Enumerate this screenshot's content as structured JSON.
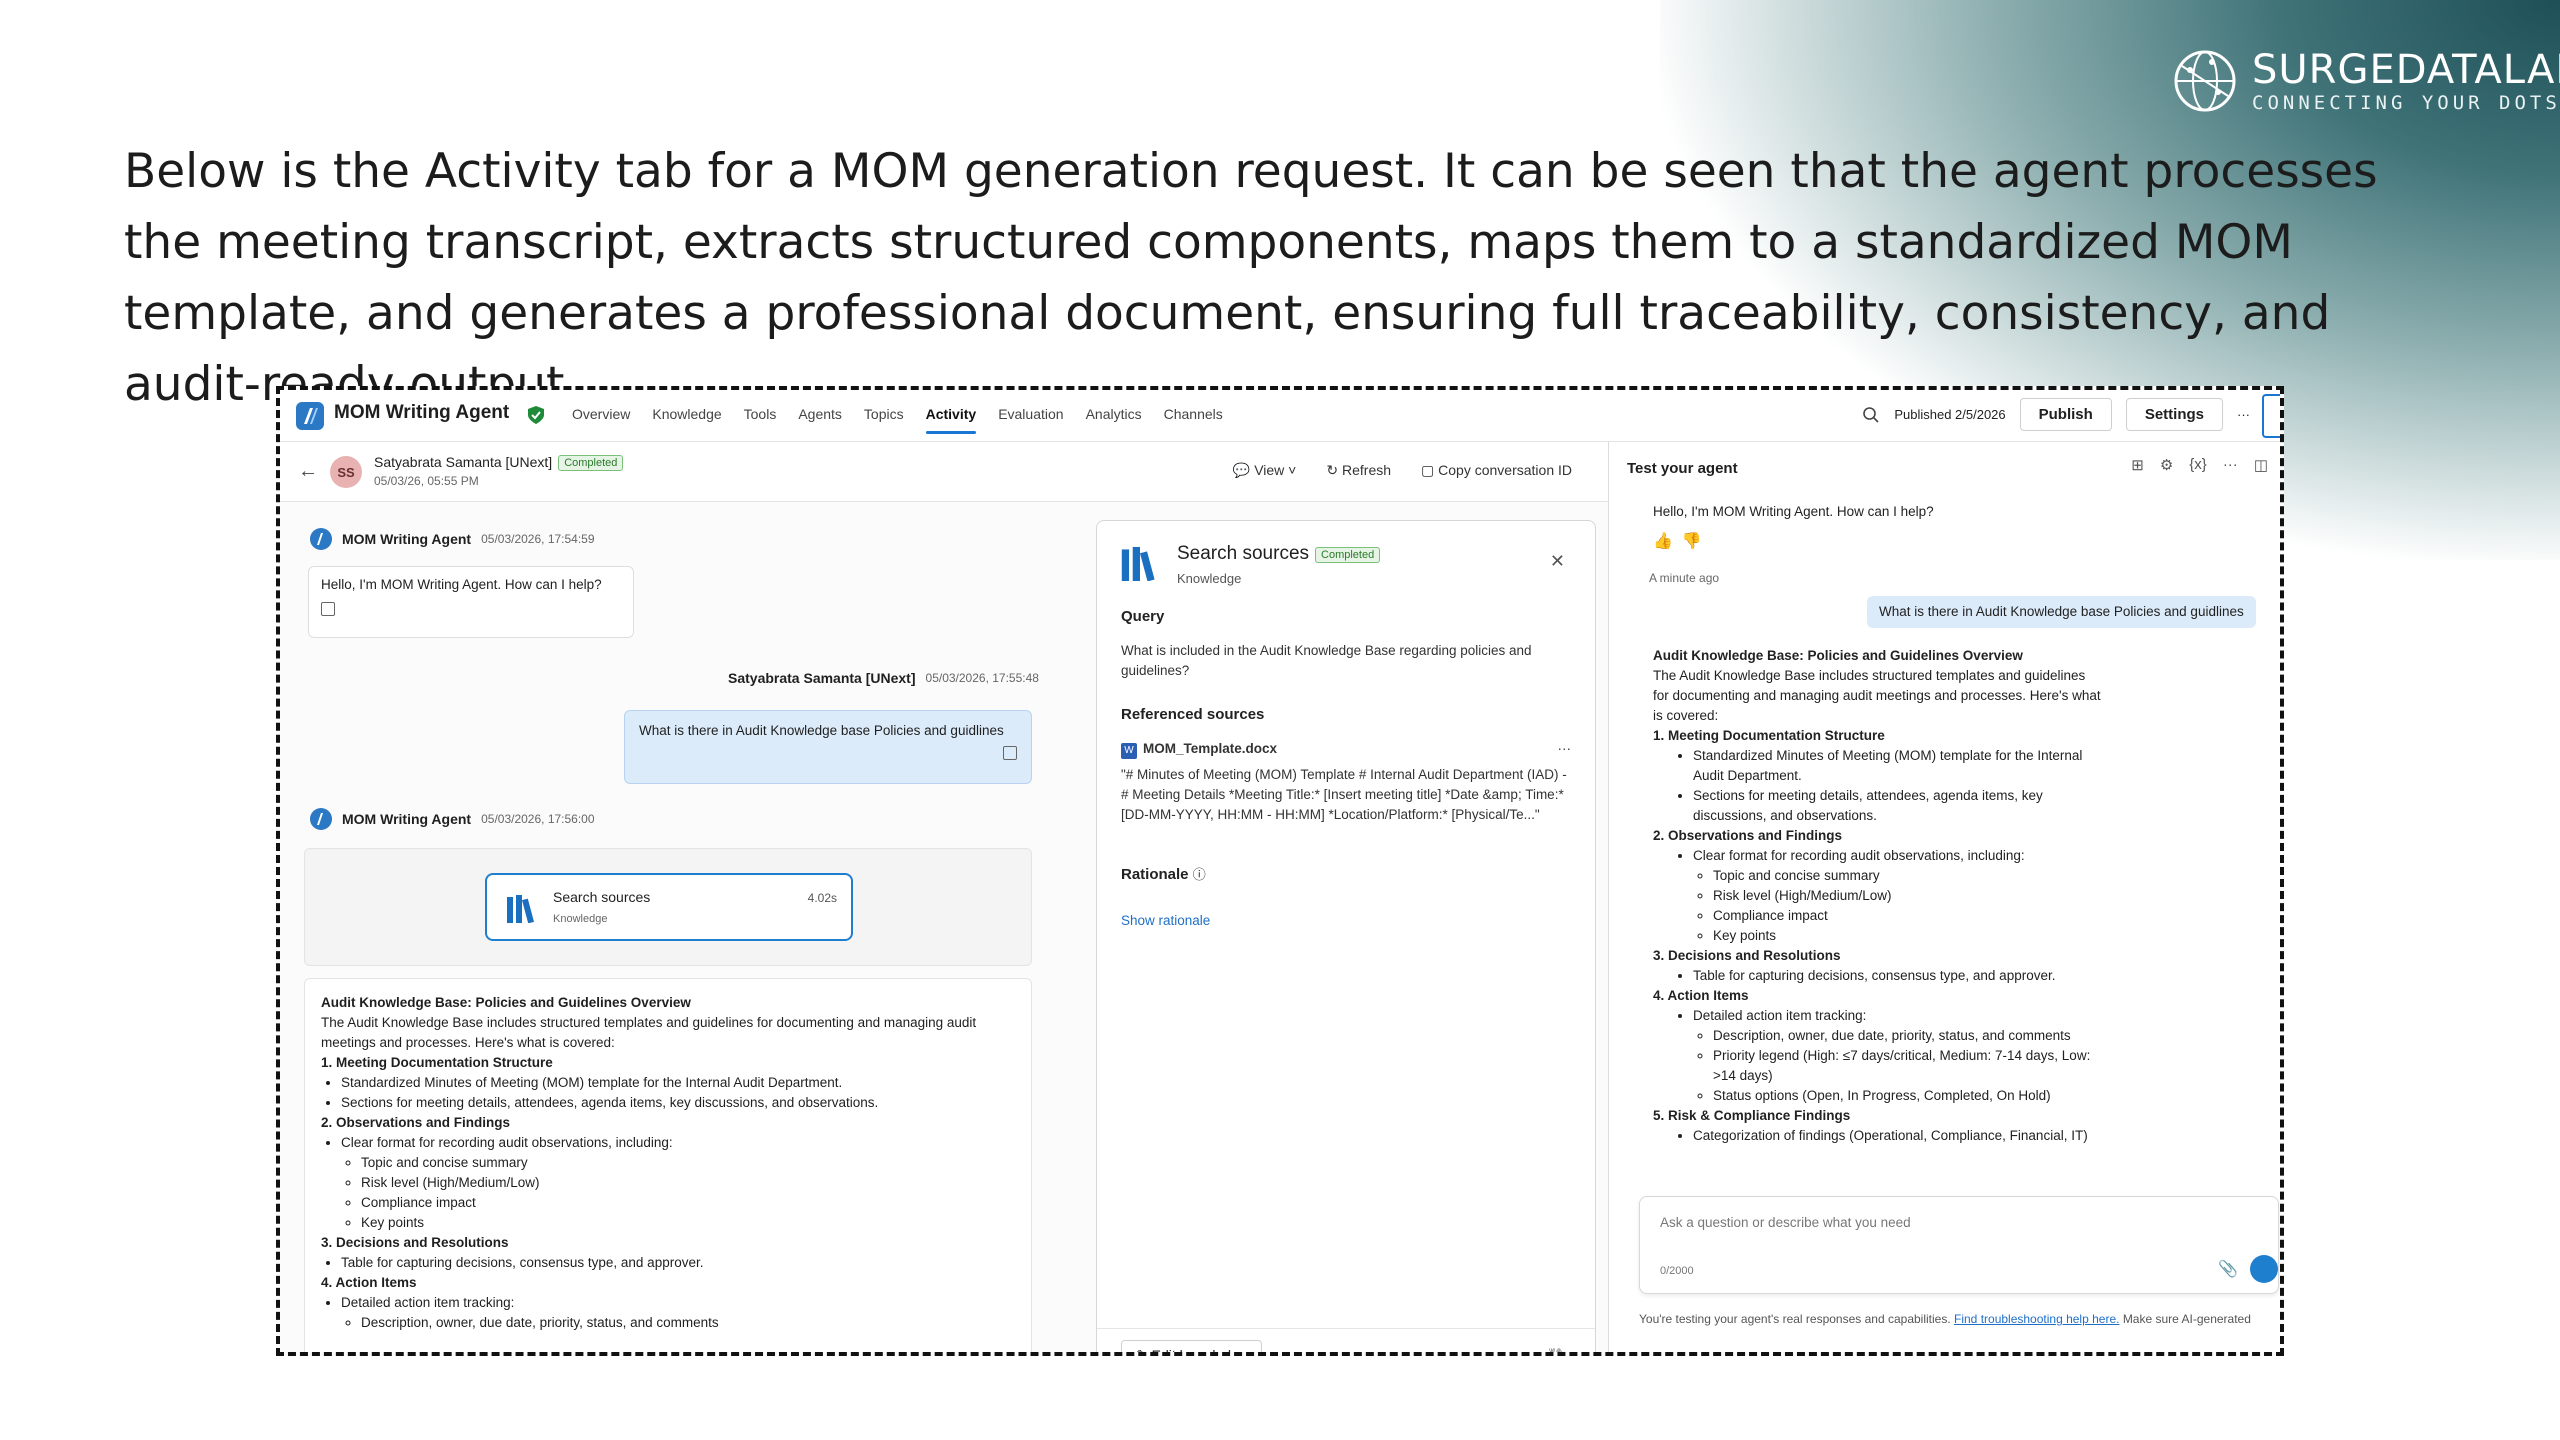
{
  "intro": "Below is the Activity tab for a MOM generation request. It can be seen that the agent processes the meeting transcript, extracts structured components, maps them to a standardized MOM template, and generates a professional document, ensuring full traceability, consistency, and audit-ready output.",
  "brand": {
    "name": "SURGEDATALAB",
    "tagline": "CONNECTING YOUR DOTS"
  },
  "topbar": {
    "agent_name": "MOM Writing Agent",
    "nav": [
      "Overview",
      "Knowledge",
      "Tools",
      "Agents",
      "Topics",
      "Activity",
      "Evaluation",
      "Analytics",
      "Channels"
    ],
    "active_tab": "Activity",
    "published": "Published 2/5/2026",
    "publish_label": "Publish",
    "settings_label": "Settings",
    "more": "···"
  },
  "session": {
    "initials": "SS",
    "user": "Satyabrata Samanta [UNext]",
    "status": "Completed",
    "date": "05/03/26, 05:55 PM",
    "actions": {
      "view": "View",
      "refresh": "Refresh",
      "copy": "Copy conversation ID"
    }
  },
  "transcript": {
    "agent1": {
      "name": "MOM Writing Agent",
      "time": "05/03/2026, 17:54:59",
      "text": "Hello, I'm MOM Writing Agent. How can I help?"
    },
    "user1": {
      "name": "Satyabrata Samanta [UNext]",
      "time": "05/03/2026, 17:55:48",
      "text": "What is there in Audit Knowledge base Policies and guidlines"
    },
    "agent2": {
      "name": "MOM Writing Agent",
      "time": "05/03/2026, 17:56:00"
    },
    "search_card": {
      "title": "Search sources",
      "sub": "Knowledge",
      "time": "4.02s"
    },
    "answer": {
      "title": "Audit Knowledge Base: Policies and Guidelines Overview",
      "intro": "The Audit Knowledge Base includes structured templates and guidelines for documenting and managing audit meetings and processes. Here's what is covered:",
      "s1": "1. Meeting Documentation Structure",
      "s1a": "Standardized Minutes of Meeting (MOM) template for the Internal Audit Department.",
      "s1b": "Sections for meeting details, attendees, agenda items, key discussions, and observations.",
      "s2": "2. Observations and Findings",
      "s2a": "Clear format for recording audit observations, including:",
      "s2a1": "Topic and concise summary",
      "s2a2": "Risk level (High/Medium/Low)",
      "s2a3": "Compliance impact",
      "s2a4": "Key points",
      "s3": "3. Decisions and Resolutions",
      "s3a": "Table for capturing decisions, consensus type, and approver.",
      "s4": "4. Action Items",
      "s4a": "Detailed action item tracking:",
      "s4a1": "Description, owner, due date, priority, status, and comments"
    }
  },
  "side_panel": {
    "title": "Search sources",
    "status": "Completed",
    "sub": "Knowledge",
    "query_label": "Query",
    "query": "What is included in the Audit Knowledge Base regarding policies and guidelines?",
    "ref_label": "Referenced sources",
    "file": "MOM_Template.docx",
    "snippet": "\"# Minutes of Meeting (MOM) Template # Internal Audit Department (IAD) - # Meeting Details *Meeting Title:* [Insert meeting title] *Date &amp; Time:* [DD-MM-YYYY, HH:MM - HH:MM] *Location/Platform:* [Physical/Te...\"",
    "rationale_label": "Rationale",
    "show_rationale": "Show rationale",
    "edit": "Edit knowledge"
  },
  "test_pane": {
    "title": "Test your agent",
    "greeting": "Hello, I'm MOM Writing Agent. How can I help?",
    "ago": "A minute ago",
    "user_msg": "What is there in Audit Knowledge base Policies and guidlines",
    "answer": {
      "title": "Audit Knowledge Base: Policies and Guidelines Overview",
      "intro": "The Audit Knowledge Base includes structured templates and guidelines for documenting and managing audit meetings and processes. Here's what is covered:",
      "s1": "1. Meeting Documentation Structure",
      "s1a": "Standardized Minutes of Meeting (MOM) template for the Internal Audit Department.",
      "s1b": "Sections for meeting details, attendees, agenda items, key discussions, and observations.",
      "s2": "2. Observations and Findings",
      "s2a": "Clear format for recording audit observations, including:",
      "s2a1": "Topic and concise summary",
      "s2a2": "Risk level (High/Medium/Low)",
      "s2a3": "Compliance impact",
      "s2a4": "Key points",
      "s3": "3. Decisions and Resolutions",
      "s3a": "Table for capturing decisions, consensus type, and approver.",
      "s4": "4. Action Items",
      "s4a": "Detailed action item tracking:",
      "s4a1": "Description, owner, due date, priority, status, and comments",
      "s4a2": "Priority legend (High: ≤7 days/critical, Medium: 7-14 days, Low: >14 days)",
      "s4a3": "Status options (Open, In Progress, Completed, On Hold)",
      "s5": "5. Risk & Compliance Findings",
      "s5a": "Categorization of findings (Operational, Compliance, Financial, IT)"
    },
    "input_placeholder": "Ask a question or describe what you need",
    "counter": "0/2000",
    "footer_pre": "You're testing your agent's real responses and capabilities.",
    "footer_link": "Find troubleshooting help here.",
    "footer_post": "Make sure AI-generated"
  }
}
